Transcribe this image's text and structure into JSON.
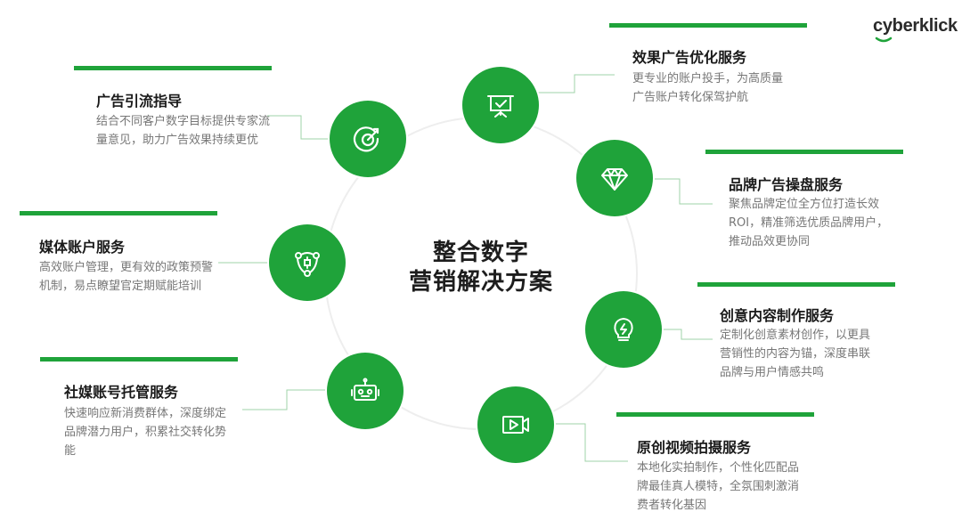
{
  "brand": {
    "logo_text": "cyberklick",
    "accent_color": "#1fa33a"
  },
  "center": {
    "line1": "整合数字",
    "line2": "营销解决方案"
  },
  "services": [
    {
      "id": "ad-guidance",
      "icon": "target-icon",
      "title": "广告引流指导",
      "desc": "结合不同客户数字目标提供专家流量意见，助力广告效果持续更优"
    },
    {
      "id": "media-account",
      "icon": "network-nodes-icon",
      "title": "媒体账户服务",
      "desc": "高效账户管理，更有效的政策预警机制，易点瞭望官定期赋能培训"
    },
    {
      "id": "social-hosting",
      "icon": "robot-icon",
      "title": "社媒账号托管服务",
      "desc": "快速响应新消费群体，深度绑定品牌潜力用户，积累社交转化势能"
    },
    {
      "id": "performance-ad",
      "icon": "presentation-board-icon",
      "title": "效果广告优化服务",
      "desc": "更专业的账户投手，为高质量广告账户转化保驾护航"
    },
    {
      "id": "brand-ad",
      "icon": "diamond-icon",
      "title": "品牌广告操盘服务",
      "desc": "聚焦品牌定位全方位打造长效ROI，精准筛选优质品牌用户，推动品效更协同"
    },
    {
      "id": "creative-content",
      "icon": "lightbulb-icon",
      "title": "创意内容制作服务",
      "desc": "定制化创意素材创作，以更具营销性的内容为锚，深度串联品牌与用户情感共鸣"
    },
    {
      "id": "original-video",
      "icon": "video-camera-icon",
      "title": "原创视频拍摄服务",
      "desc": "本地化实拍制作，个性化匹配品牌最佳真人模特，全氛围刺激消费者转化基因"
    }
  ]
}
